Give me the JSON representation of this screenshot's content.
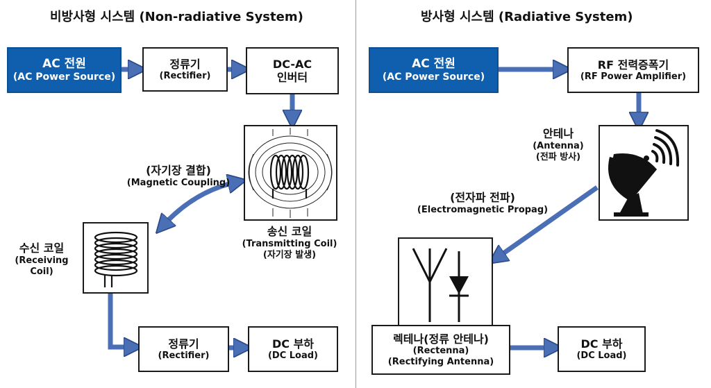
{
  "left": {
    "title": "비방사형 시스템 (Non-radiative System)",
    "ac_source": {
      "line1": "AC 전원",
      "line2": "(AC Power Source)"
    },
    "rectifier_top": {
      "line1": "정류기",
      "line2": "(Rectifier)"
    },
    "inverter": {
      "line1": "DC-AC",
      "line2": "인버터"
    },
    "coupling": {
      "line1": "(자기장 결합)",
      "line2": "(Magnetic Coupling)"
    },
    "transmit_coil": {
      "line1": "송신 코일",
      "line2": "(Transmitting Coil)",
      "line3": "(자기장 발생)"
    },
    "receive_coil": {
      "line1": "수신 코일",
      "line2": "(Receiving",
      "line3": "Coil)"
    },
    "rectifier_bottom": {
      "line1": "정류기",
      "line2": "(Rectifier)"
    },
    "dc_load": {
      "line1": "DC 부하",
      "line2": "(DC Load)"
    }
  },
  "right": {
    "title": "방사형 시스템 (Radiative System)",
    "ac_source": {
      "line1": "AC 전원",
      "line2": "(AC Power Source)"
    },
    "rf_amp": {
      "line1": "RF 전력증폭기",
      "line2": "(RF Power Amplifier)"
    },
    "antenna": {
      "line1": "안테나",
      "line2": "(Antenna)",
      "line3": "(전파 방사)"
    },
    "propagation": {
      "line1": "(전자파 전파)",
      "line2": "(Electromagnetic Propag)"
    },
    "rectenna": {
      "line1": "렉테나(정류 안테나)",
      "line2": "(Rectenna)",
      "line3": "(Rectifying Antenna)"
    },
    "dc_load": {
      "line1": "DC 부하",
      "line2": "(DC Load)"
    }
  },
  "colors": {
    "accent_blue": "#0f5fae",
    "arrow_fill": "#4a6fb5",
    "arrow_stroke": "#2a4a8a",
    "border": "#1a1a1a"
  },
  "icons": [
    "transmitting-coil-icon",
    "receiving-coil-icon",
    "satellite-dish-icon",
    "rectenna-symbol-icon"
  ]
}
